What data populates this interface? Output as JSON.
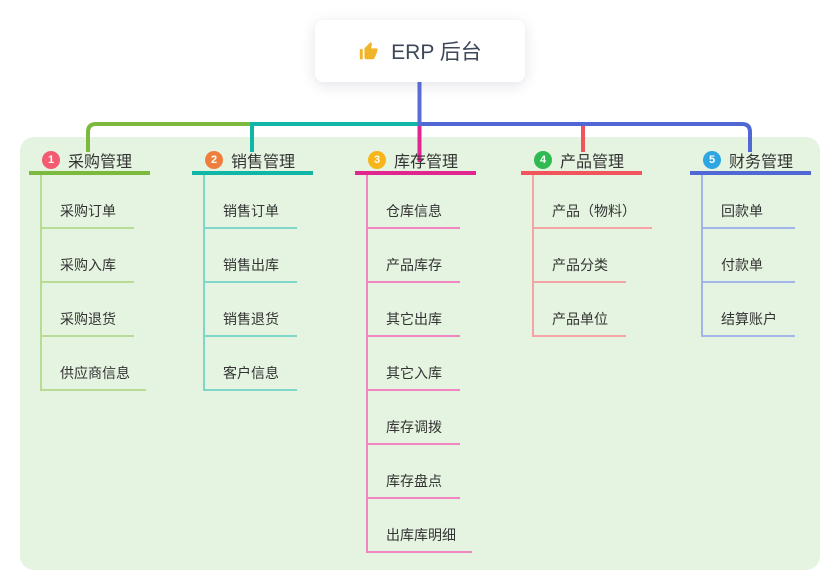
{
  "root": {
    "icon": "thumbs-up",
    "label": "ERP 后台"
  },
  "branches": [
    {
      "num": "1",
      "title": "采购管理",
      "badge_color": "#f25b70",
      "line_color": "#7cb93f",
      "light_color": "#b8db96",
      "items": [
        "采购订单",
        "采购入库",
        "采购退货",
        "供应商信息"
      ]
    },
    {
      "num": "2",
      "title": "销售管理",
      "badge_color": "#ef7e3c",
      "line_color": "#10b7a6",
      "light_color": "#7fd6c9",
      "items": [
        "销售订单",
        "销售出库",
        "销售退货",
        "客户信息"
      ]
    },
    {
      "num": "3",
      "title": "库存管理",
      "badge_color": "#f7b519",
      "line_color": "#e1268f",
      "light_color": "#ef86bd",
      "items": [
        "仓库信息",
        "产品库存",
        "其它出库",
        "其它入库",
        "库存调拨",
        "库存盘点",
        "出库库明细"
      ]
    },
    {
      "num": "4",
      "title": "产品管理",
      "badge_color": "#2fba52",
      "line_color": "#f1545b",
      "light_color": "#f5a3a4",
      "items": [
        "产品（物料）",
        "产品分类",
        "产品单位"
      ]
    },
    {
      "num": "5",
      "title": "财务管理",
      "badge_color": "#2da7e2",
      "line_color": "#4f68d4",
      "light_color": "#a3b4e6",
      "items": [
        "回款单",
        "付款单",
        "结算账户"
      ]
    }
  ],
  "connectors": {
    "root_line": "#5a6cd9",
    "bus_left": "#7cb93f",
    "bus_mid": "#10b7a6",
    "bus_right": "#4f68d4",
    "drop_sales": "#10b7a6",
    "drop_inventory": "#e1268f",
    "drop_product": "#f1545b"
  },
  "colors": {
    "panel_bg": "#e5f4e1",
    "icon_gold": "#f0b428",
    "root_text": "#3d4757"
  }
}
